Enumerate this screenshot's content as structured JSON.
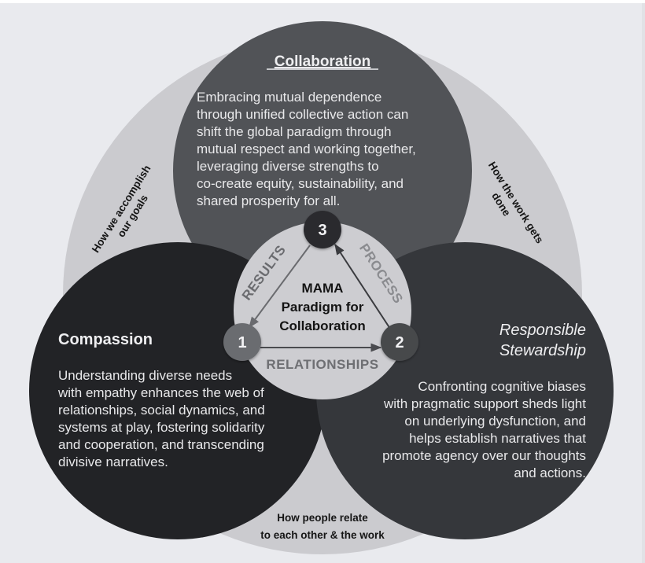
{
  "diagram": {
    "title": "MAMA Paradigm for Collaboration",
    "center": {
      "lines": [
        "MAMA",
        "Paradigm for",
        "Collaboration"
      ]
    },
    "circles": {
      "collaboration": {
        "title": "Collaboration",
        "body": [
          "Embracing mutual dependence",
          "through unified collective action can",
          "shift the global paradigm through",
          "mutual respect and working together,",
          "leveraging diverse strengths to",
          "co-create equity, sustainability, and",
          "shared prosperity for all."
        ],
        "color": "#515357"
      },
      "compassion": {
        "title": "Compassion",
        "body": [
          "Understanding diverse needs",
          "with empathy enhances the web of",
          "relationships, social dynamics, and",
          "systems at play, fostering solidarity",
          "and cooperation, and transcending",
          "divisive narratives."
        ],
        "color": "#222326"
      },
      "stewardship": {
        "title": [
          "Responsible",
          "Stewardship"
        ],
        "body": [
          "Confronting cognitive biases",
          "with pragmatic support sheds light",
          "on underlying dysfunction, and",
          "helps establish narratives that",
          "promote agency over our thoughts",
          "and actions."
        ],
        "color": "#35373b"
      }
    },
    "outer_labels": {
      "left": [
        "How we accomplish",
        "our goals"
      ],
      "right": [
        "How the work gets",
        "done"
      ],
      "bottom": [
        "How people relate",
        "to each other & the work"
      ]
    },
    "nodes": [
      {
        "number": "1",
        "color": "#6b6c70"
      },
      {
        "number": "2",
        "color": "#46484c"
      },
      {
        "number": "3",
        "color": "#2a2b2e"
      }
    ],
    "edges": {
      "results": {
        "label": "RESULTS",
        "from": "3",
        "to": "1",
        "color": "#6a6b6f"
      },
      "process": {
        "label": "PROCESS",
        "from": "2",
        "to": "3",
        "color": "#8a8b8f"
      },
      "relationships": {
        "label": "RELATIONSHIPS",
        "from": "1",
        "to": "2",
        "color": "#6e6f73"
      }
    },
    "colors": {
      "background": "#e9eaee",
      "outer_ring": "#cbcbcf",
      "inner_circle": "#cdcdd1"
    }
  }
}
